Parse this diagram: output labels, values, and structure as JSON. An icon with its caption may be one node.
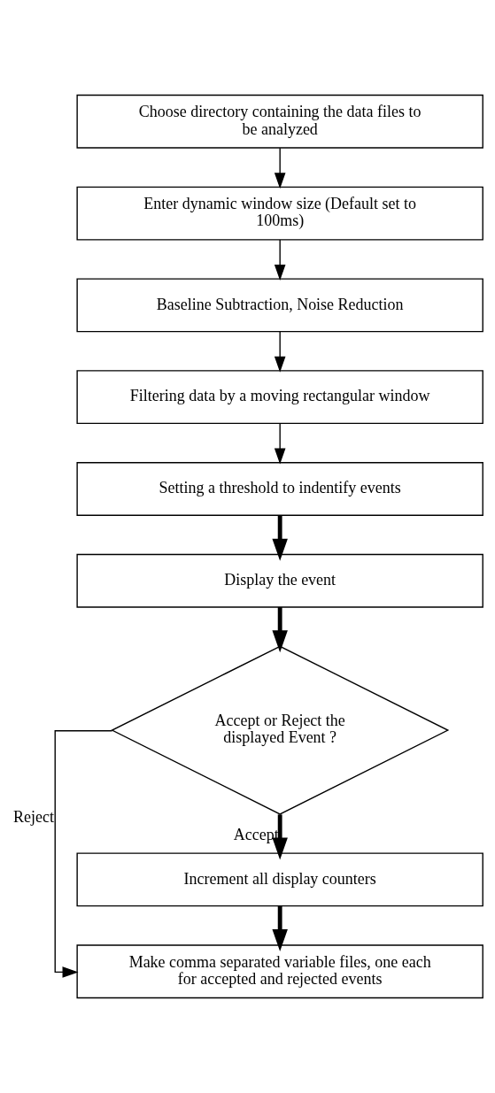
{
  "diagram": {
    "nodes": [
      {
        "text": [
          "Choose directory containing the data files to be analyzed"
        ]
      },
      {
        "text": [
          "Enter dynamic window size (Default set to 100ms)"
        ]
      },
      {
        "text": [
          "Baseline Subtraction, Noise Reduction"
        ]
      },
      {
        "text": [
          "Filtering data by a moving rectangular window"
        ]
      },
      {
        "text": [
          "Setting a threshold to indentify events"
        ]
      },
      {
        "text": [
          "Display the event"
        ]
      },
      {
        "text": [
          "Accept or Reject the displayed Event ?"
        ]
      },
      {
        "text": [
          "Increment all display counters"
        ]
      },
      {
        "text": [
          "Make comma separated variable files, one each for accepted and rejected events"
        ]
      }
    ],
    "edges": [
      {
        "from": 0,
        "to": 1,
        "arrow": "to"
      },
      {
        "from": 1,
        "to": 2,
        "arrow": "to"
      },
      {
        "from": 2,
        "to": 3,
        "arrow": "to"
      },
      {
        "from": 3,
        "to": 4,
        "arrow": "to"
      },
      {
        "from": 4,
        "to": 5,
        "arrow": "to",
        "style": "thick"
      },
      {
        "from": 5,
        "to": 6,
        "arrow": "to",
        "style": "thick"
      },
      {
        "from": 6,
        "to": 7,
        "arrow": "to",
        "label": "Accept",
        "style": "thick"
      },
      {
        "from": 6,
        "to": 8,
        "arrow": "to",
        "label": "Reject"
      },
      {
        "from": 7,
        "to": 8,
        "arrow": "to",
        "style": "thick"
      }
    ]
  }
}
